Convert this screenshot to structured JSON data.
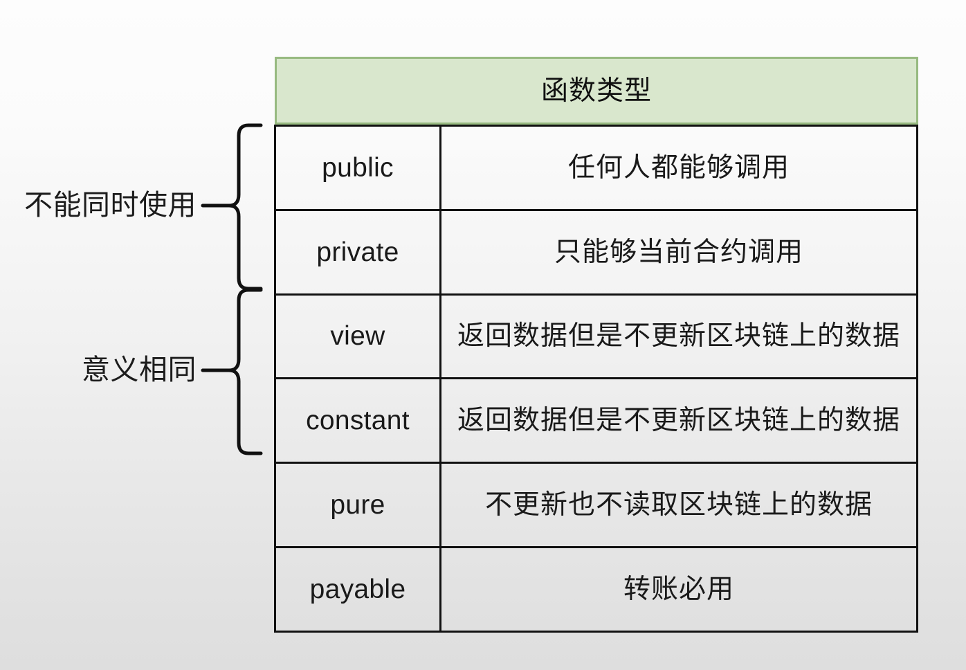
{
  "diagram": {
    "header": {
      "title": "函数类型",
      "fill_color": "#d9e7cd",
      "border_color": "#97ba80"
    },
    "annotations": [
      {
        "label": "不能同时使用",
        "spans_rows": [
          "public",
          "private"
        ]
      },
      {
        "label": "意义相同",
        "spans_rows": [
          "view",
          "constant"
        ]
      }
    ],
    "columns": [
      "",
      ""
    ],
    "rows": [
      {
        "keyword": "public",
        "description": "任何人都能够调用"
      },
      {
        "keyword": "private",
        "description": "只能够当前合约调用"
      },
      {
        "keyword": "view",
        "description": "返回数据但是不更新区块链上的数据"
      },
      {
        "keyword": "constant",
        "description": "返回数据但是不更新区块链上的数据"
      },
      {
        "keyword": "pure",
        "description": "不更新也不读取区块链上的数据"
      },
      {
        "keyword": "payable",
        "description": "转账必用"
      }
    ]
  }
}
